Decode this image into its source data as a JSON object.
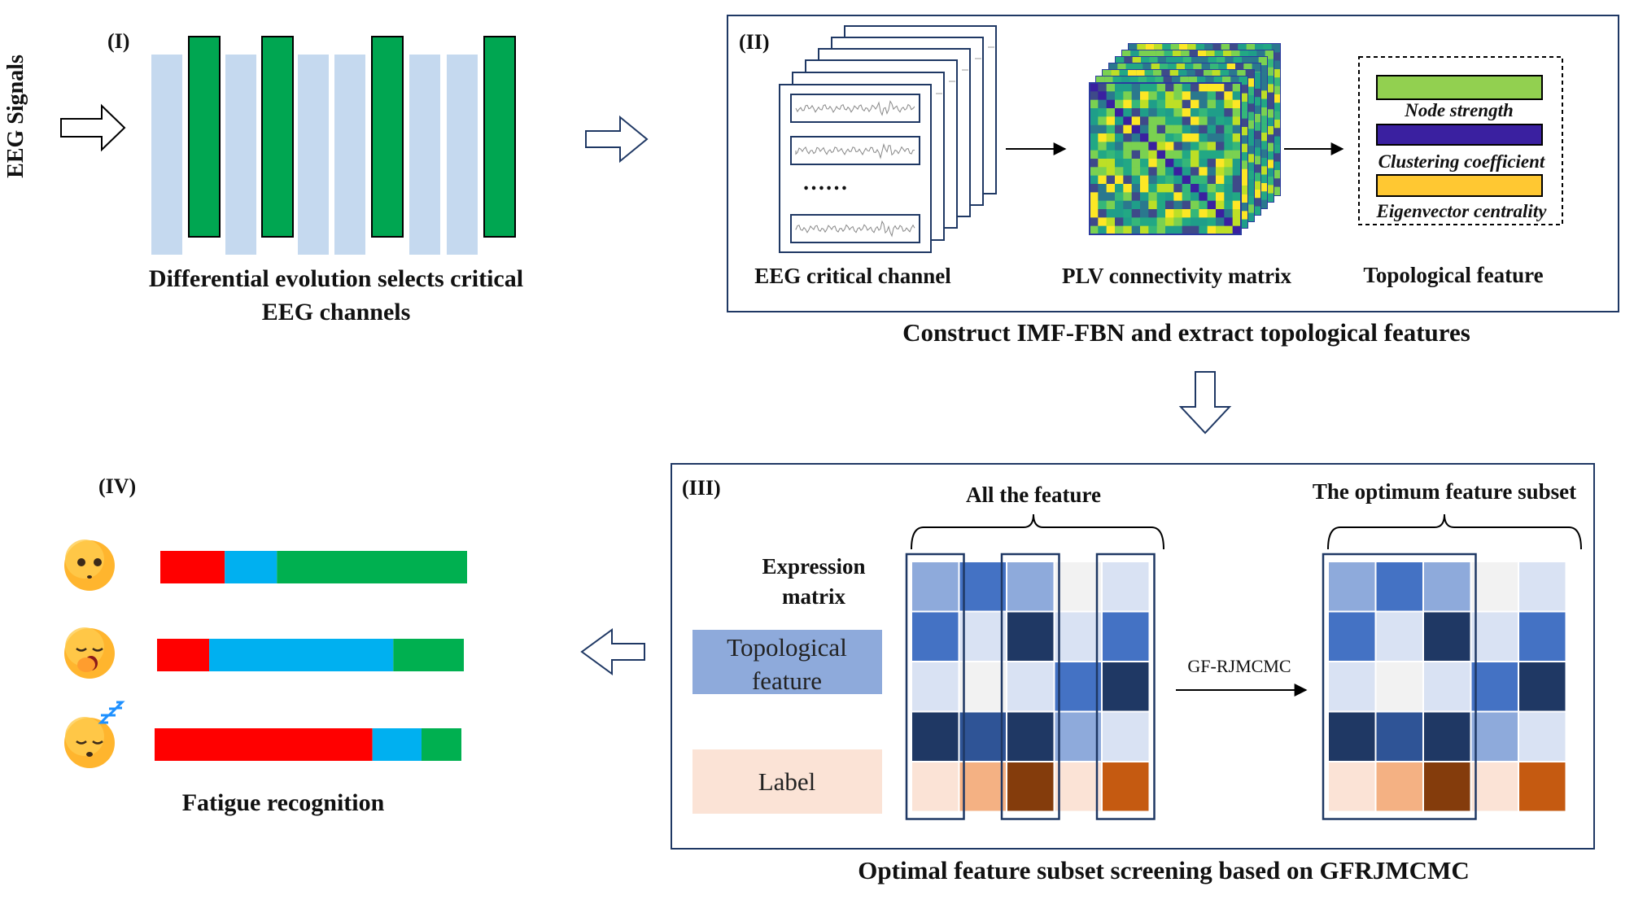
{
  "side_label": "EEG Signals",
  "panel1": {
    "tag": "(I)",
    "caption_line1": "Differential evolution selects critical",
    "caption_line2": "EEG channels"
  },
  "panel2": {
    "tag": "(II)",
    "label_channel": "EEG critical channel",
    "label_matrix": "PLV connectivity matrix",
    "label_topo": "Topological feature",
    "dots": "……",
    "features": [
      "Node strength",
      "Clustering coefficient",
      "Eigenvector centrality"
    ],
    "caption": "Construct IMF-FBN and extract topological features"
  },
  "panel3": {
    "tag": "(III)",
    "all_feature": "All the feature",
    "optimum": "The optimum feature subset",
    "expression_line1": "Expression",
    "expression_line2": "matrix",
    "legend_topo_line1": "Topological",
    "legend_topo_line2": "feature",
    "legend_label": "Label",
    "method": "GF-RJMCMC",
    "caption": "Optimal feature subset screening based on GFRJMCMC"
  },
  "panel4": {
    "tag": "(IV)",
    "caption": "Fatigue recognition",
    "bars": [
      {
        "state": "alert",
        "red": 0.21,
        "blue": 0.17,
        "green": 0.62
      },
      {
        "state": "yawning",
        "red": 0.17,
        "blue": 0.6,
        "green": 0.23
      },
      {
        "state": "sleepy",
        "red": 0.71,
        "blue": 0.16,
        "green": 0.13
      }
    ]
  },
  "colors": {
    "channel_light": "#c5d9ef",
    "channel_green": "#00a651",
    "node_strength": "#92d050",
    "clustering": "#3a20a0",
    "eigenvector": "#ffc832",
    "legend_topo": "#8eaadb",
    "legend_label": "#fbe3d6",
    "bar_red": "#ff0000",
    "bar_blue": "#00b0f0",
    "bar_green": "#00b050"
  }
}
